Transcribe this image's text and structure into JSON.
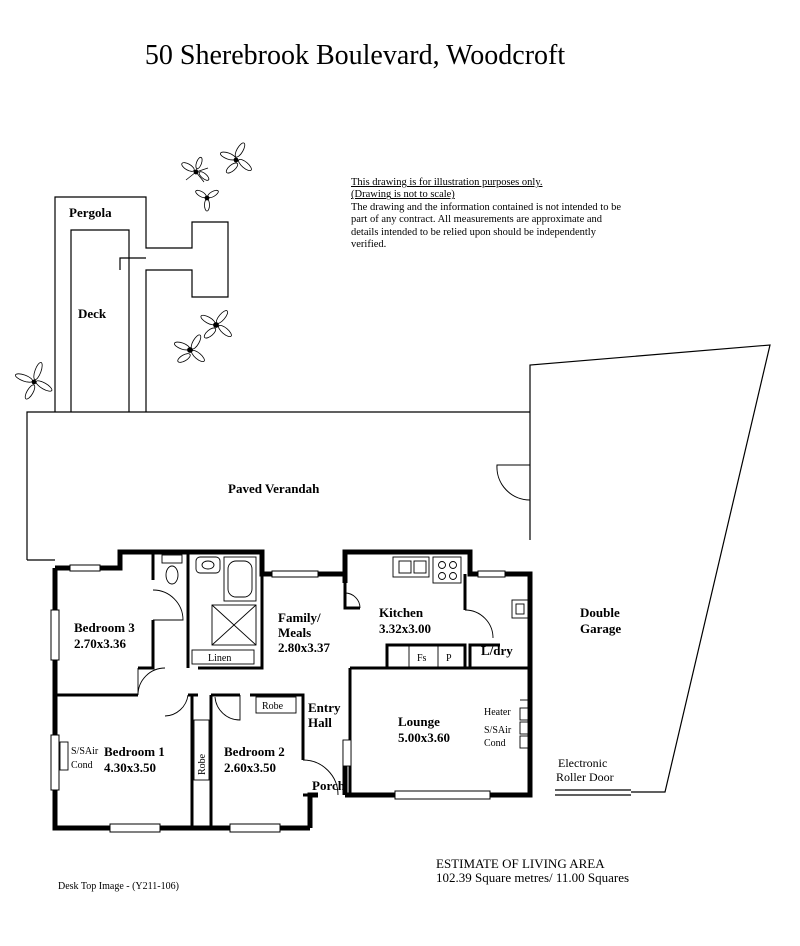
{
  "title": "50 Sherebrook Boulevard,  Woodcroft",
  "disclaimer": {
    "line1": "This drawing is for illustration purposes only.",
    "line2": "(Drawing is not to scale)",
    "body": "The drawing and the information contained is not intended to be part of any contract.  All measurements are approximate and details intended to be relied upon should be independently verified."
  },
  "rooms": {
    "pergola": "Pergola",
    "deck": "Deck",
    "paved_verandah": "Paved Verandah",
    "bedroom3_name": "Bedroom 3",
    "bedroom3_size": "2.70x3.36",
    "family_line1": "Family/",
    "family_line2": "Meals",
    "family_size": "2.80x3.37",
    "kitchen_name": "Kitchen",
    "kitchen_size": "3.32x3.00",
    "double_garage_line1": "Double",
    "double_garage_line2": "Garage",
    "linen": "Linen",
    "fs": "Fs",
    "p": "P",
    "ldry": "L/dry",
    "robe_upper": "Robe",
    "entry_line1": "Entry",
    "entry_line2": "Hall",
    "lounge_name": "Lounge",
    "lounge_size": "5.00x3.60",
    "heater": "Heater",
    "ssair_right_line1": "S/SAir",
    "ssair_right_line2": "Cond",
    "ssair_left_line1": "S/SAir",
    "ssair_left_line2": "Cond",
    "bedroom1_name": "Bedroom 1",
    "bedroom1_size": "4.30x3.50",
    "robe_vertical": "Robe",
    "bedroom2_name": "Bedroom 2",
    "bedroom2_size": "2.60x3.50",
    "porch": "Porch",
    "roller_line1": "Electronic",
    "roller_line2": "Roller Door"
  },
  "estimate": {
    "heading": "ESTIMATE OF LIVING AREA",
    "value": "102.39 Square metres/  11.00 Squares"
  },
  "footer": "Desk Top Image - (Y211-106)"
}
